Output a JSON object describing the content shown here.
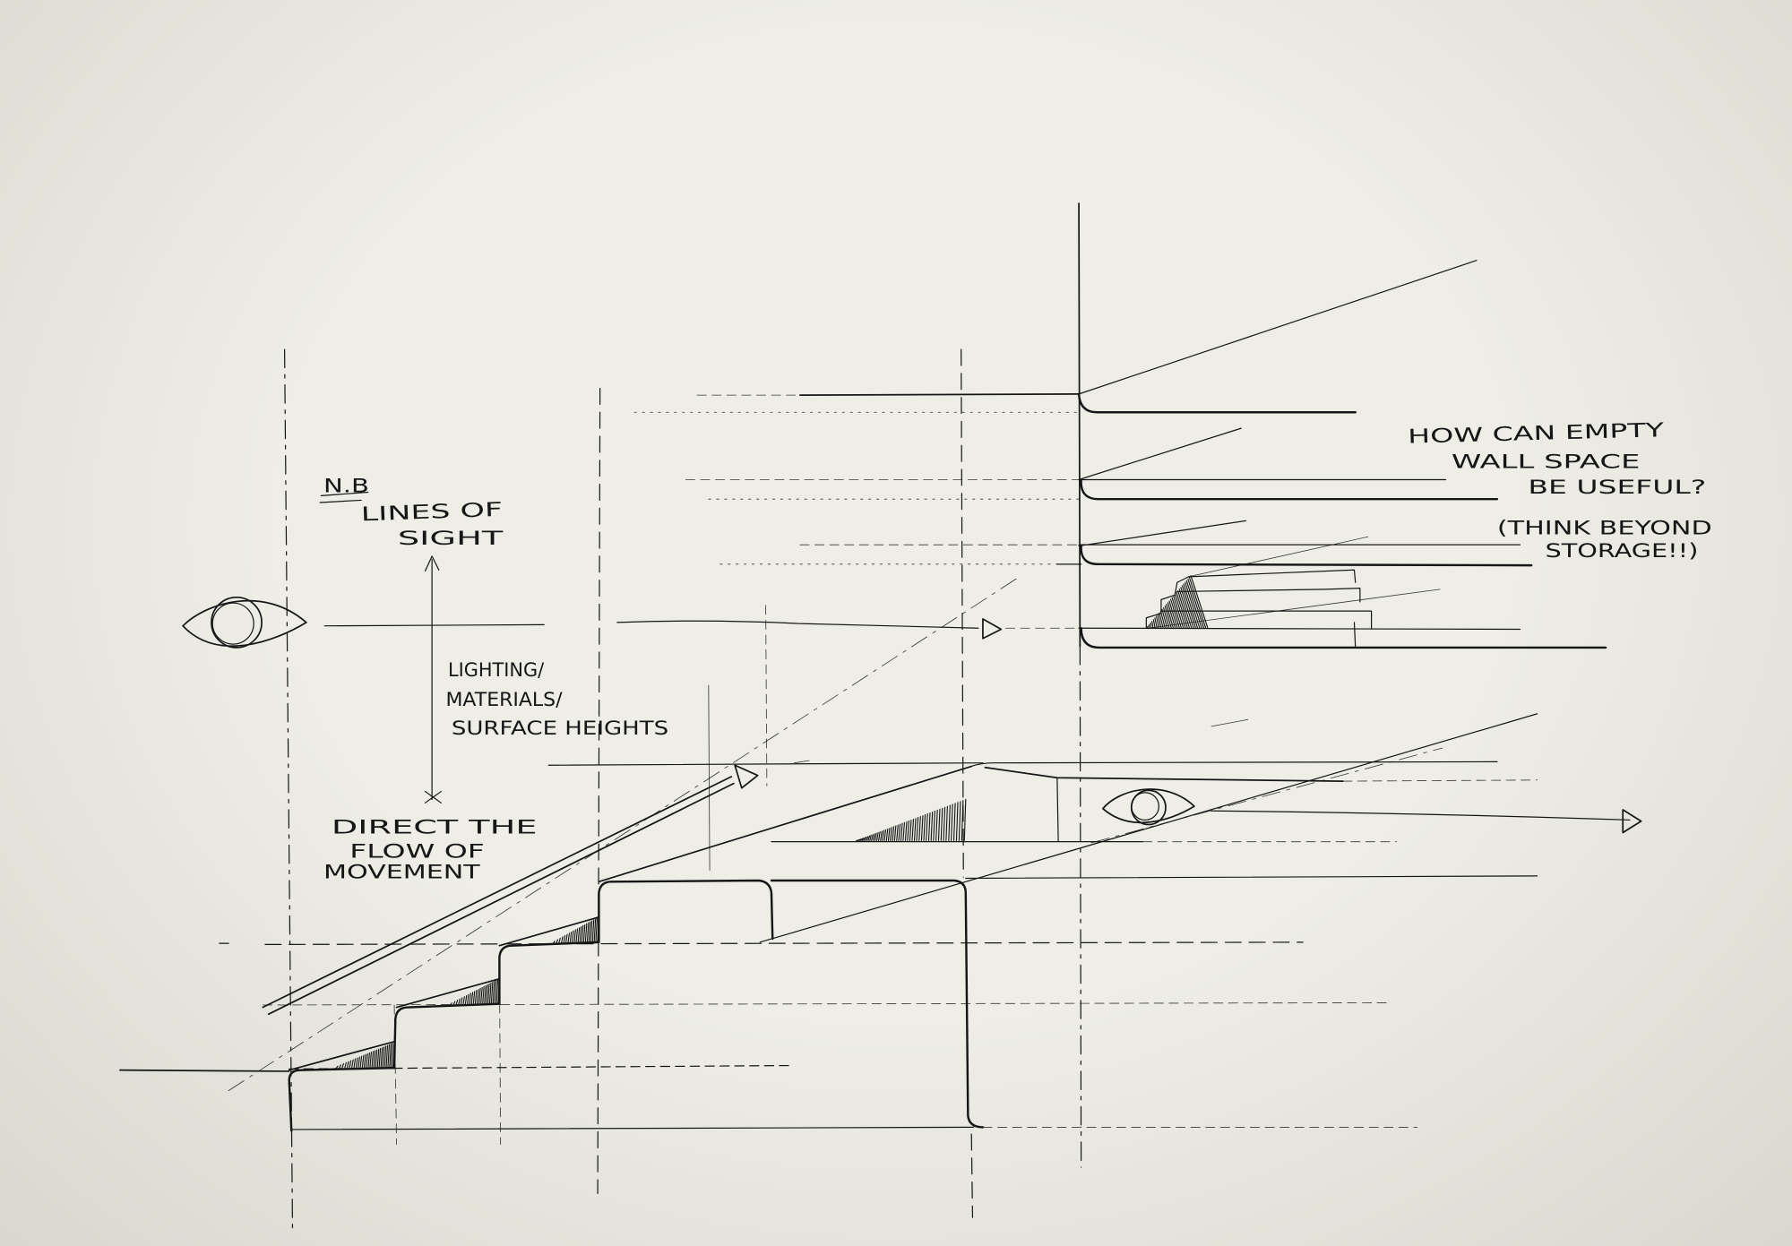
{
  "sketch": {
    "nb_label": "N.B",
    "lines_of_sight": [
      "LINES OF",
      "SIGHT"
    ],
    "lighting_note": [
      "LIGHTING/",
      "MATERIALS/",
      "SURFACE HEIGHTS"
    ],
    "movement_note": [
      "DIRECT THE",
      "FLOW OF",
      "MOVEMENT"
    ],
    "wall_question": [
      "HOW CAN EMPTY",
      "WALL SPACE",
      "BE USEFUL?"
    ],
    "storage_note": [
      "(THINK BEYOND",
      "STORAGE!!)"
    ]
  },
  "icons": {
    "viewer_left": "eye-icon",
    "viewer_right": "eye-icon",
    "sight_arrow": "arrowhead-icon"
  },
  "colors": {
    "paper": "#eeeee7",
    "paper_edge": "#d8d8cf",
    "ink": "#161616"
  }
}
